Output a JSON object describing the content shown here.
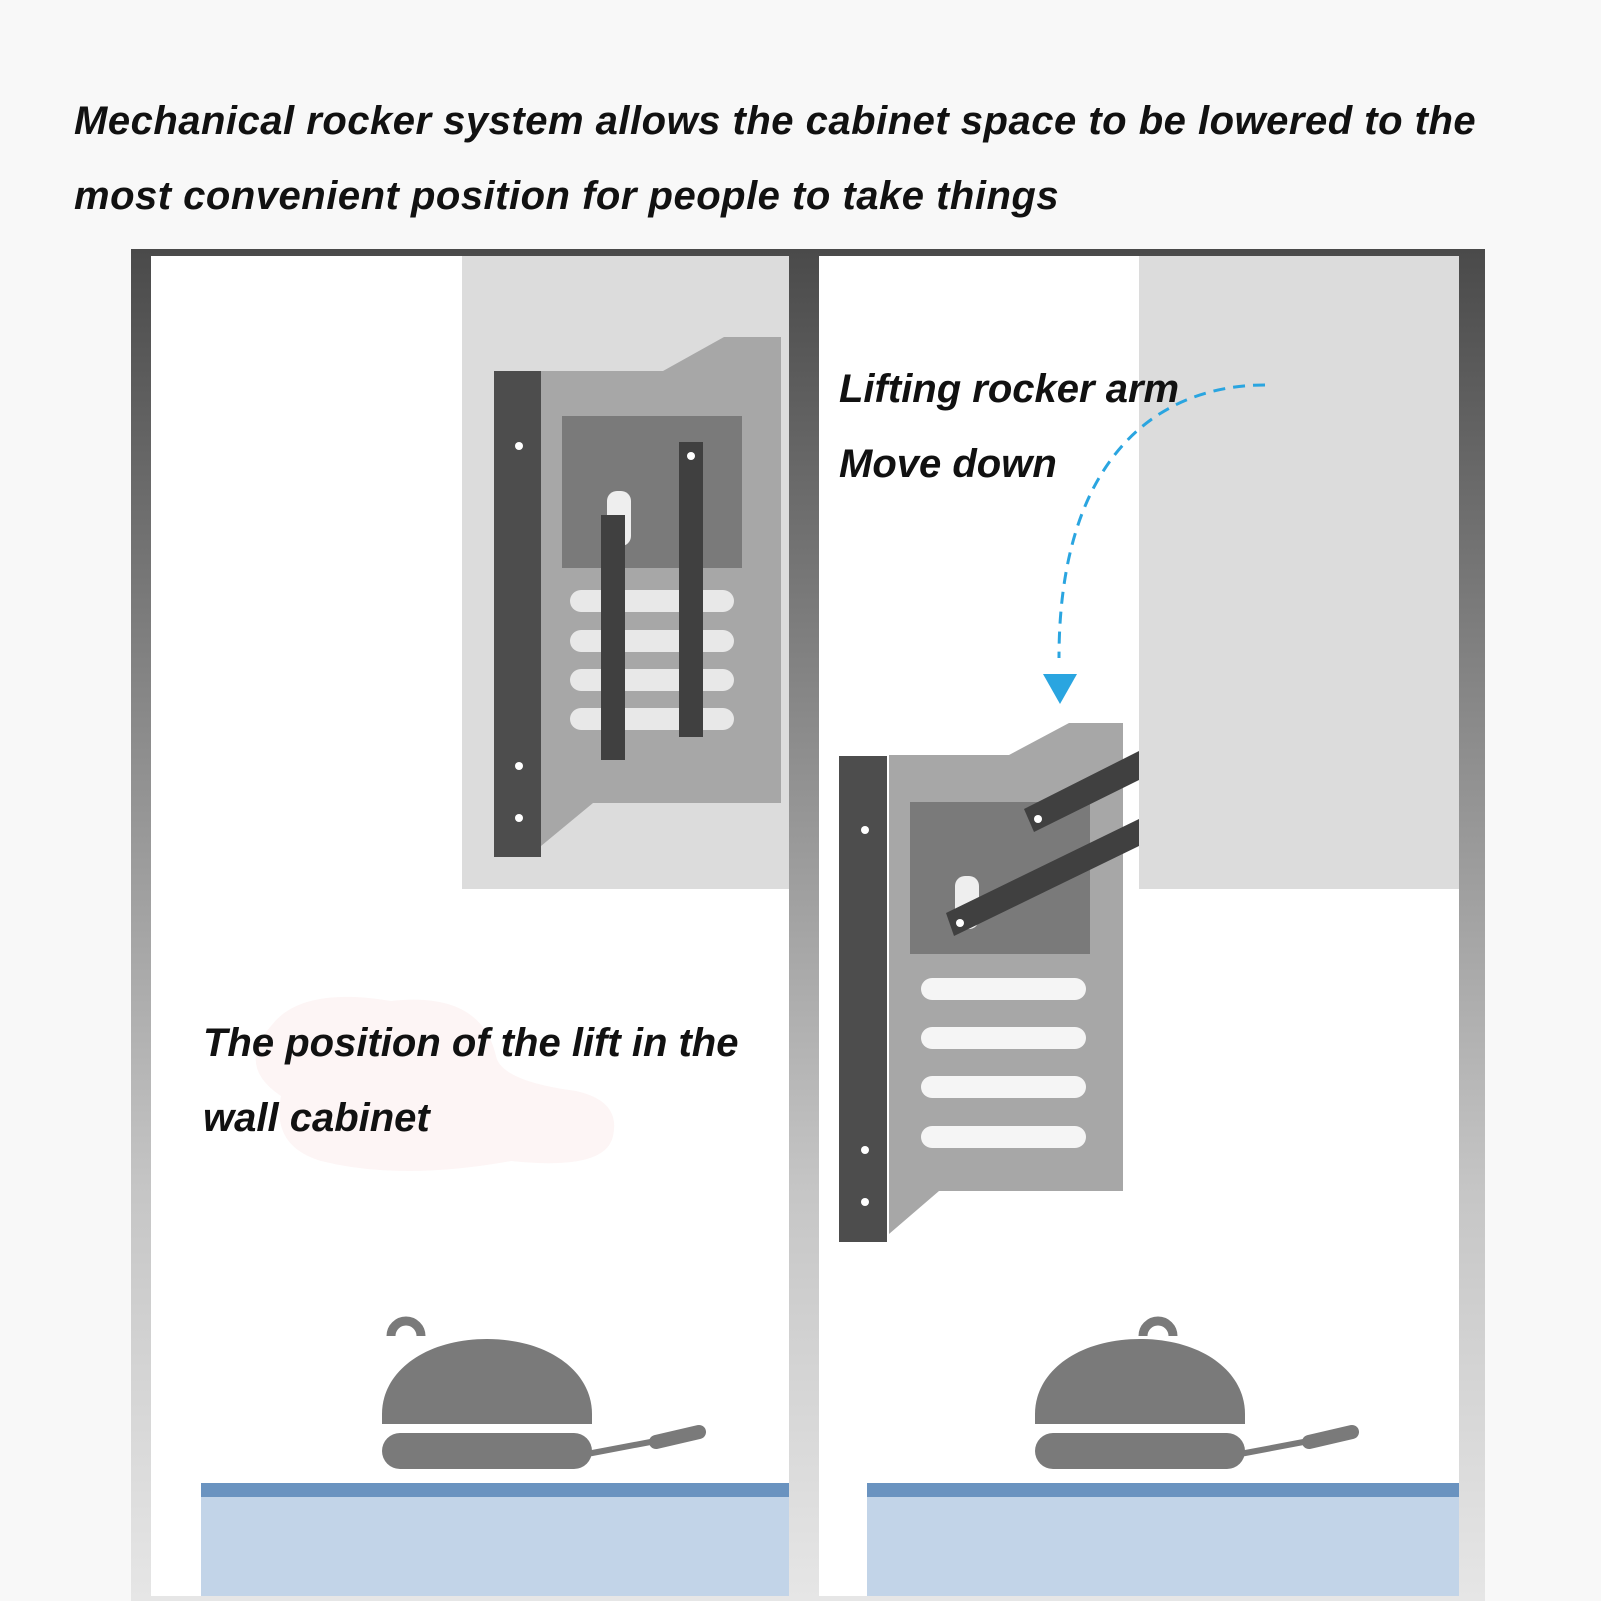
{
  "headline": {
    "line1": "Mechanical rocker system allows the cabinet space to be lowered to the",
    "line2": "most convenient position for people to take things"
  },
  "left_panel": {
    "caption_line1": "The position of the lift in the",
    "caption_line2": "wall cabinet"
  },
  "right_panel": {
    "caption_line1": "Lifting rocker arm",
    "caption_line2": "Move down"
  },
  "colors": {
    "frame_dark": "#4a4a4a",
    "cabinet_gray": "#dcdcdc",
    "lift_body": "#a7a7a7",
    "lift_window": "#7a7a7a",
    "bracket_dark": "#4d4d4d",
    "arm_dark": "#404040",
    "arrow_blue": "#2aa5e0",
    "counter_edge": "#6a93c0",
    "counter_surface": "#c2d4e8",
    "pot_gray": "#7a7a7a"
  },
  "icons": [
    "dashed-arrow-icon",
    "pot-icon"
  ]
}
